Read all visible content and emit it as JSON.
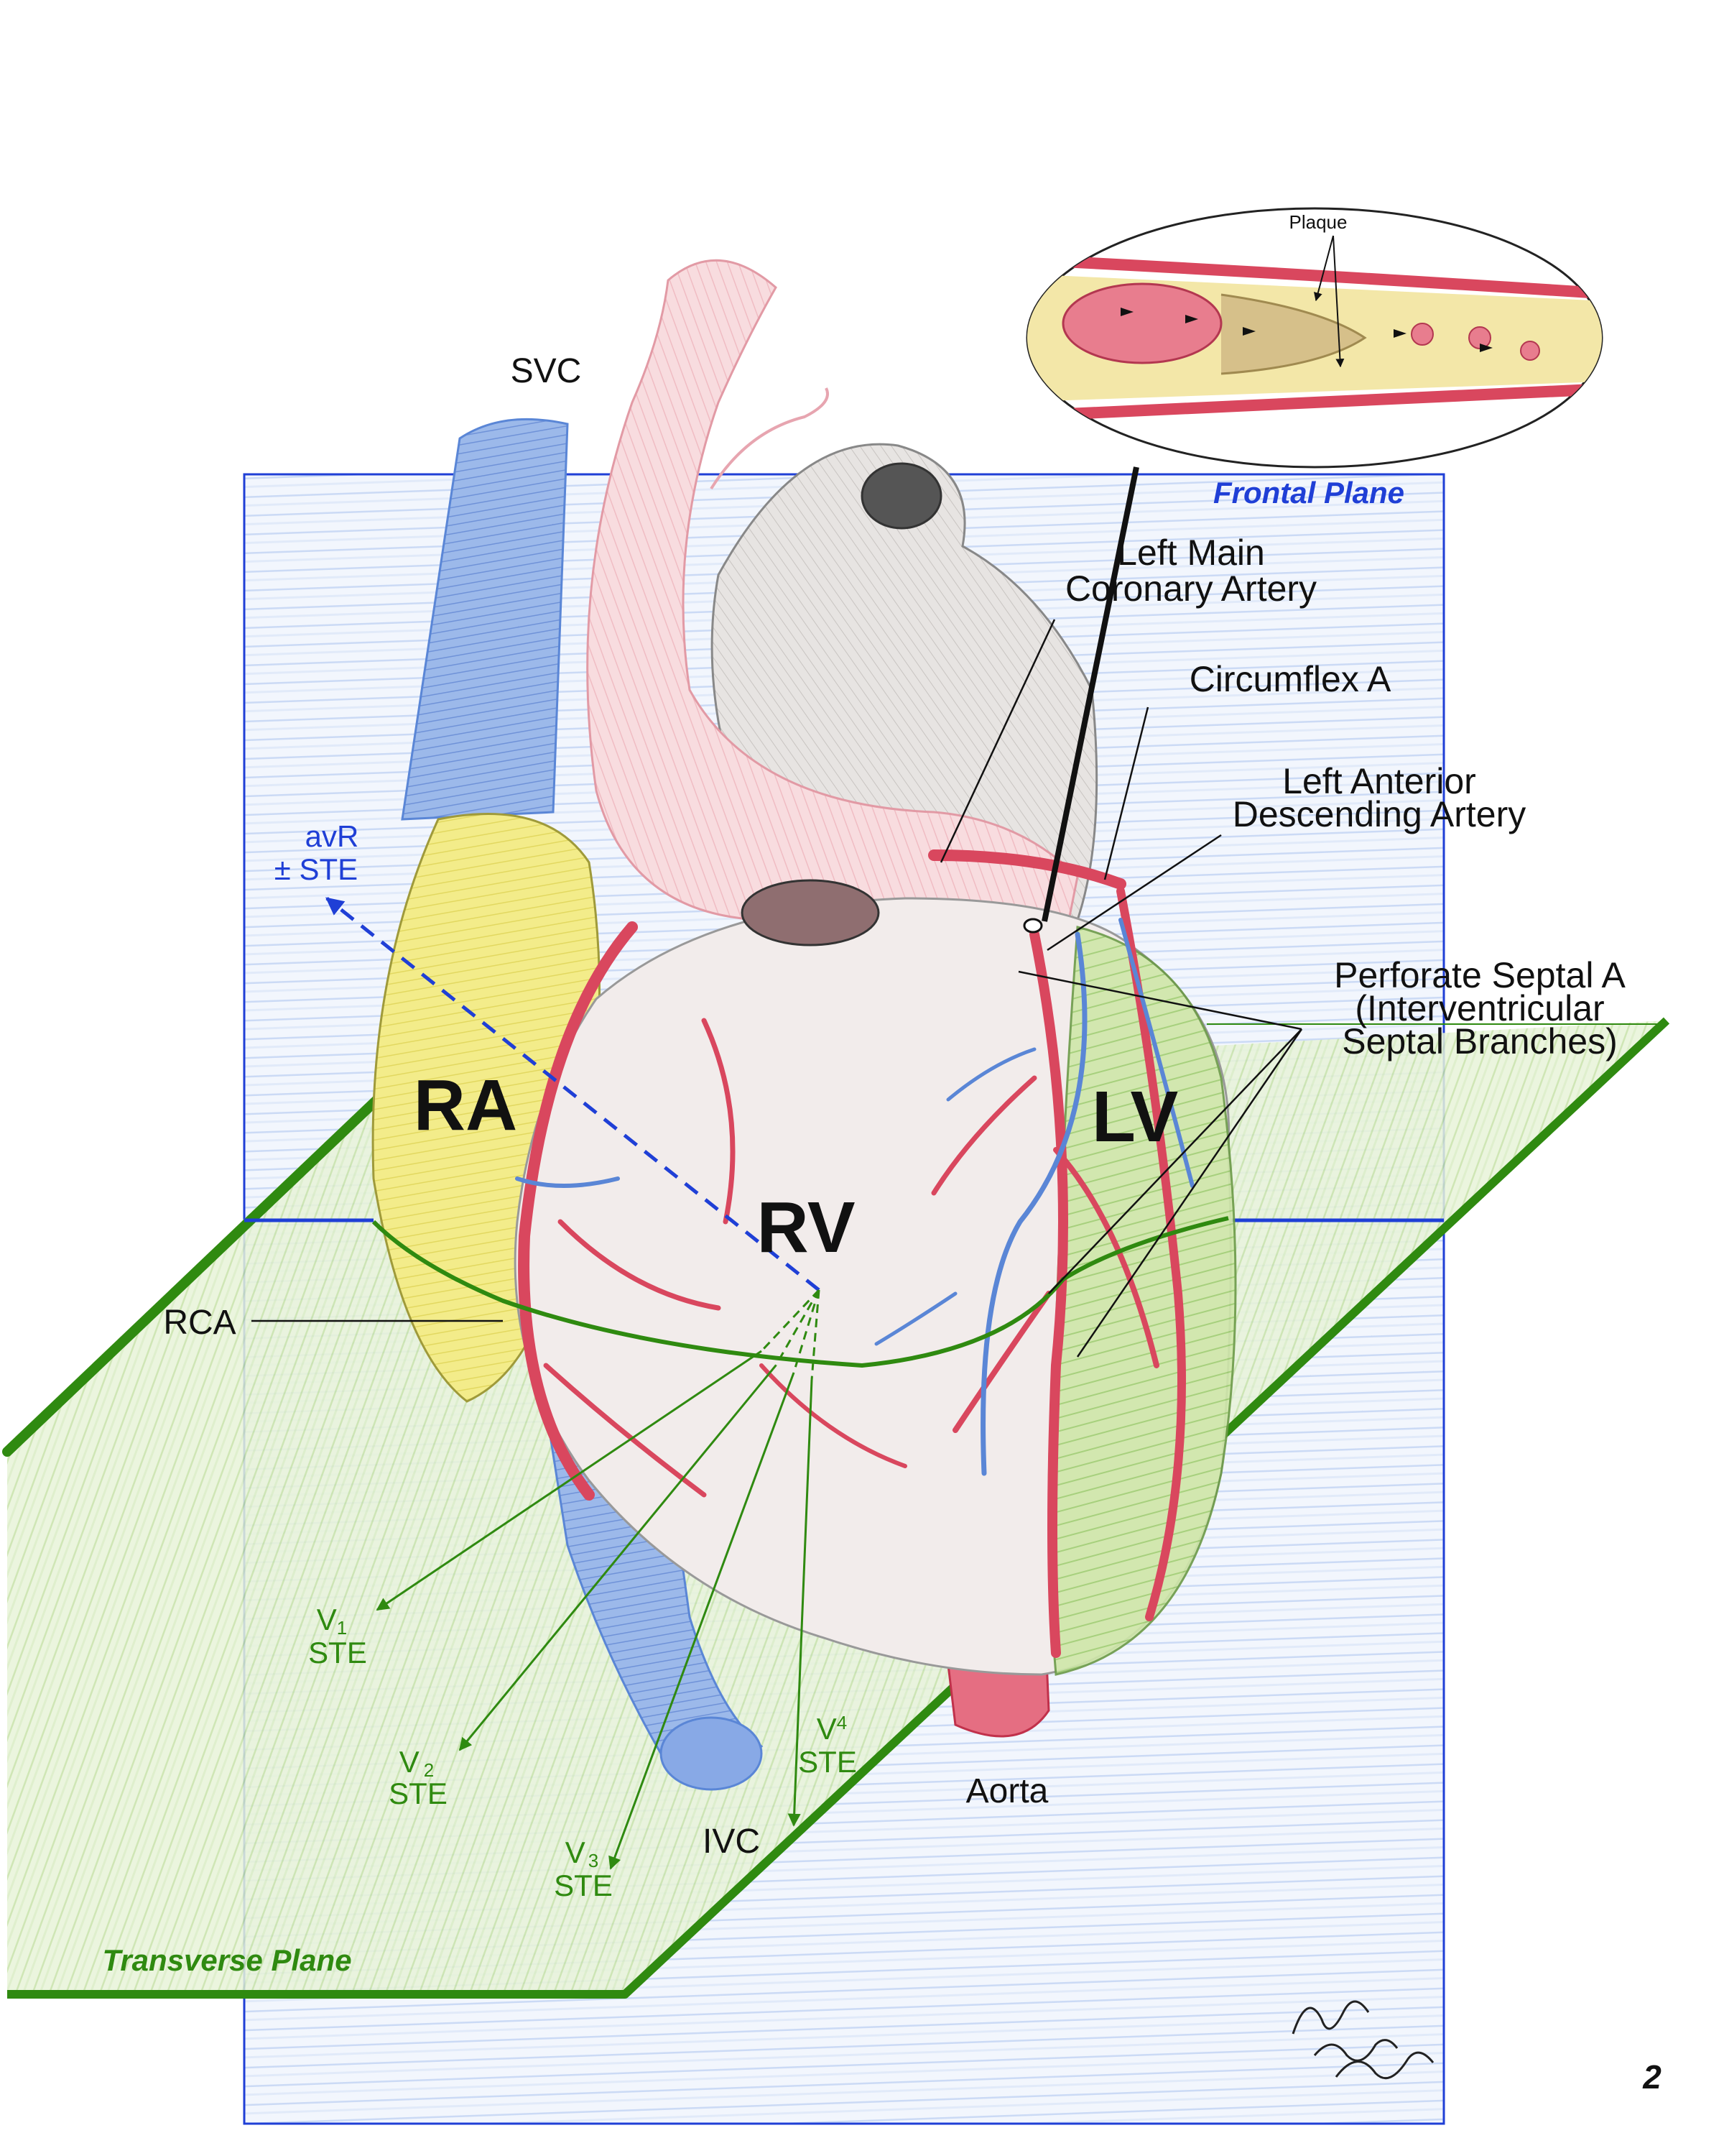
{
  "labels": {
    "svc": "SVC",
    "ra": "RA",
    "rv": "RV",
    "lv": "LV",
    "rca": "RCA",
    "ivc": "IVC",
    "aorta": "Aorta",
    "left_main_1": "Left Main",
    "left_main_2": "Coronary Artery",
    "circumflex": "Circumflex A",
    "lad_1": "Left Anterior",
    "lad_2": "Descending Artery",
    "septal_1": "Perforate Septal A",
    "septal_2": "(Interventricular",
    "septal_3": "Septal Branches)",
    "plaque": "Plaque"
  },
  "planes": {
    "frontal": "Frontal Plane",
    "transverse": "Transverse Plane"
  },
  "leads": {
    "avr_1": "avR",
    "avr_2": "± STE",
    "v1_main": "V",
    "v1_sub": "1",
    "v1_ste": "STE",
    "v2_main": "V",
    "v2_sub": "2",
    "v2_ste": "STE",
    "v3_main": "V",
    "v3_sub": "3",
    "v3_ste": "STE",
    "v4_main": "V",
    "v4_sub": "4",
    "v4_ste": "STE"
  },
  "page_number": "2",
  "colors": {
    "frontal_plane": "#1f3fd6",
    "transverse_plane": "#2f8a10",
    "artery": "#d9475e",
    "vein": "#5a86d6",
    "atrium": "#f2e66a",
    "ventricle_tissue": "#f4dede"
  }
}
